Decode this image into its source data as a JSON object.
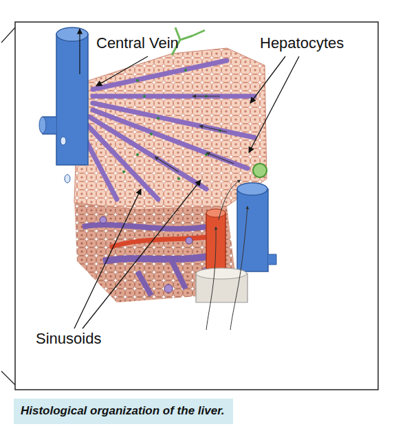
{
  "diagram": {
    "caption": "Histological organization of the liver.",
    "labels": [
      "Central Vein",
      "Hepatocytes",
      "Sinusoids"
    ]
  }
}
